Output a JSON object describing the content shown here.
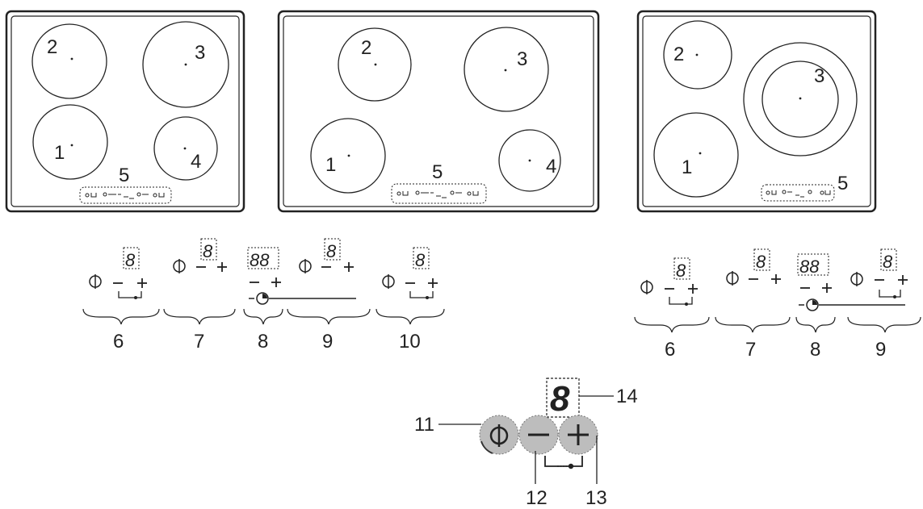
{
  "hobs": [
    {
      "zones": [
        {
          "label": "2"
        },
        {
          "label": "3"
        },
        {
          "label": "1"
        },
        {
          "label": "4"
        }
      ],
      "panel_label": "5"
    },
    {
      "zones": [
        {
          "label": "2"
        },
        {
          "label": "3"
        },
        {
          "label": "1"
        },
        {
          "label": "4"
        }
      ],
      "panel_label": "5"
    },
    {
      "zones": [
        {
          "label": "2"
        },
        {
          "label": "3"
        },
        {
          "label": "1"
        }
      ],
      "panel_label": "5"
    }
  ],
  "control_groups_left": {
    "labels": [
      "6",
      "7",
      "8",
      "9",
      "10"
    ],
    "display_digit": "8",
    "timer_digits": "88"
  },
  "control_groups_right": {
    "labels": [
      "6",
      "7",
      "8",
      "9"
    ],
    "display_digit": "8",
    "timer_digits": "88"
  },
  "detail": {
    "display_digit": "8",
    "callouts": {
      "power": "11",
      "minus": "12",
      "plus": "13",
      "display": "14"
    }
  }
}
